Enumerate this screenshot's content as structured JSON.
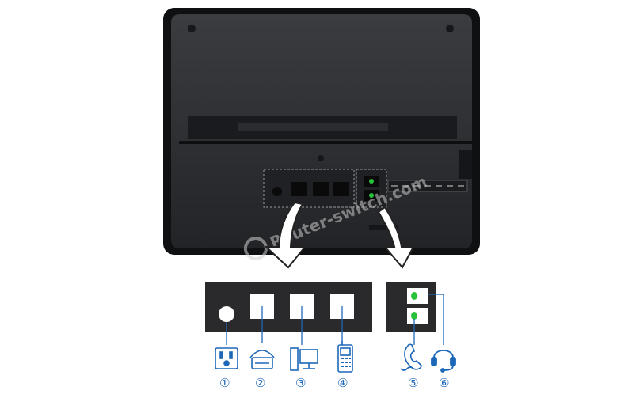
{
  "watermark": {
    "text": "Router-switch.com"
  },
  "ports": [
    {
      "number": "①",
      "icon": "power-outlet-icon"
    },
    {
      "number": "②",
      "icon": "telephone-icon"
    },
    {
      "number": "③",
      "icon": "computer-icon"
    },
    {
      "number": "④",
      "icon": "mobile-phone-icon"
    },
    {
      "number": "⑤",
      "icon": "handset-icon"
    },
    {
      "number": "⑥",
      "icon": "headset-icon"
    }
  ],
  "colors": {
    "device_body": "#2b2d30",
    "device_frame": "#0f1012",
    "panel": "#2a2a2c",
    "port_white": "#ffffff",
    "led_green": "#27c23a",
    "icon_blue": "#1d67b8",
    "watermark": "#c9c9c9"
  }
}
